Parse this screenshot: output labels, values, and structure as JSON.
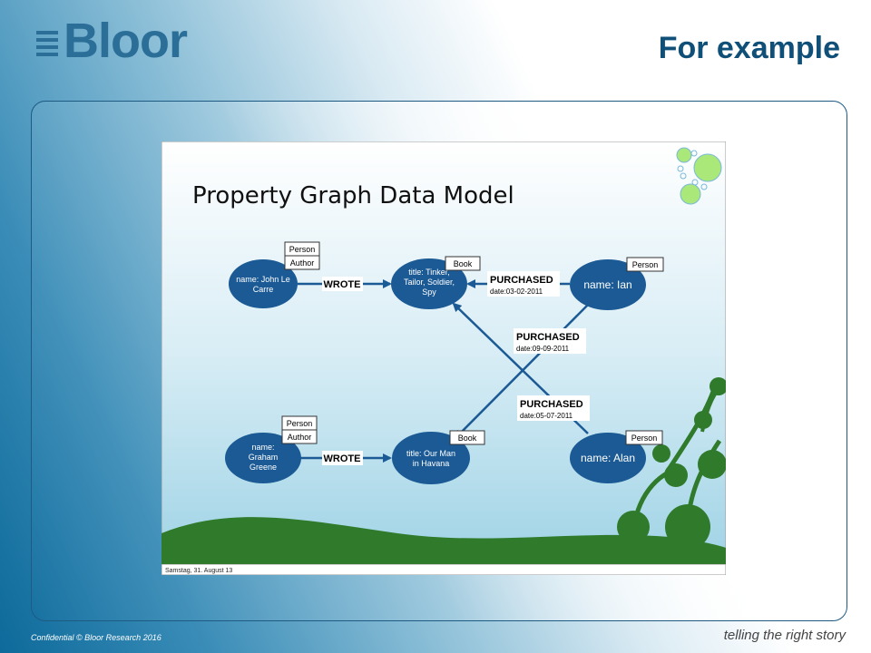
{
  "header": {
    "logo_text": "Bloor",
    "slide_title": "For example"
  },
  "figure": {
    "title": "Property Graph Data Model",
    "caption": "Samstag, 31. August 13",
    "nodes": {
      "john": "name: John Le Carre",
      "tinker": "title: Tinker, Tailor, Soldier, Spy",
      "ian": "name: Ian",
      "graham": "name: Graham Greene",
      "havana": "title: Our Man in Havana",
      "alan": "name: Alan"
    },
    "labels": {
      "person": "Person",
      "author": "Author",
      "book": "Book"
    },
    "edges": {
      "wrote": "WROTE",
      "purchased": "PURCHASED",
      "date_ian_tinker": "date:03-02-2011",
      "date_ian_havana": "date:09-09-2011",
      "date_alan_tinker": "date:05-07-2011"
    }
  },
  "footer": {
    "confidential": "Confidential © Bloor Research 2016",
    "tagline": "telling the right story"
  }
}
